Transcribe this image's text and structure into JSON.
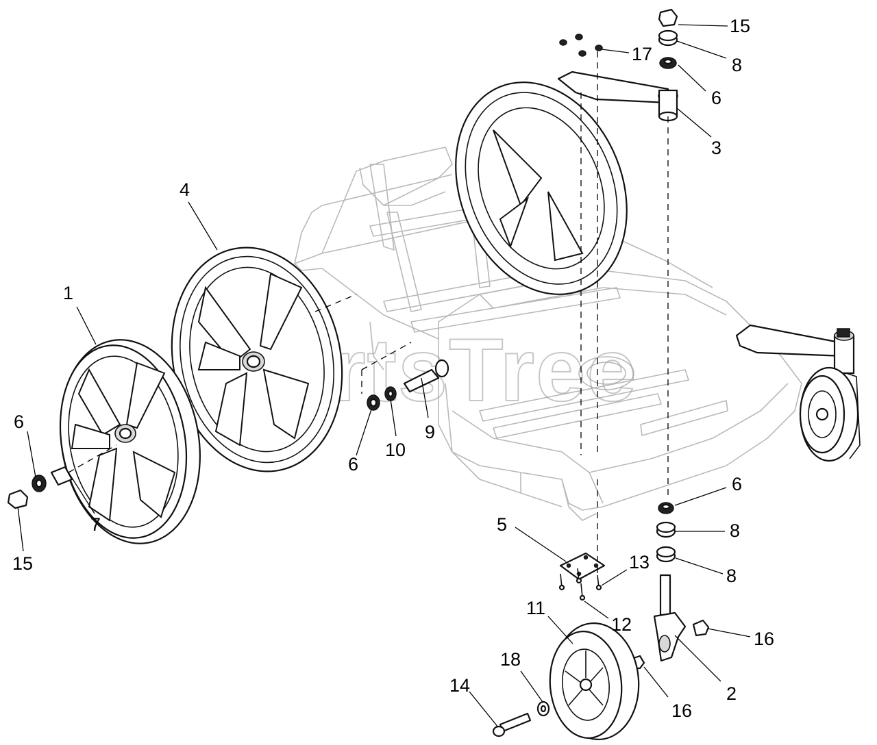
{
  "watermark": "PartsTree",
  "callouts": {
    "c1": "1",
    "c2": "2",
    "c3": "3",
    "c4": "4",
    "c5": "5",
    "c6a": "6",
    "c6b": "6",
    "c6c": "6",
    "c6d": "6",
    "c7": "7",
    "c8a": "8",
    "c8b": "8",
    "c8c": "8",
    "c9": "9",
    "c10": "10",
    "c11": "11",
    "c12": "12",
    "c13": "13",
    "c14": "14",
    "c15a": "15",
    "c15b": "15",
    "c16a": "16",
    "c16b": "16",
    "c17": "17",
    "c18": "18"
  }
}
